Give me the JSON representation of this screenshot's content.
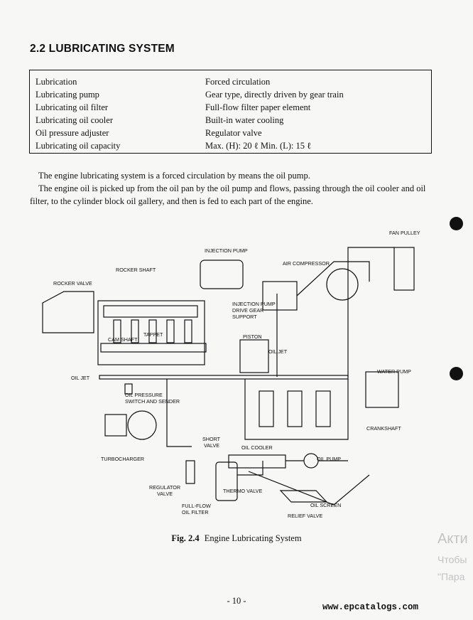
{
  "section": {
    "title": "2.2  LUBRICATING SYSTEM"
  },
  "specs": [
    {
      "name": "Lubrication",
      "value": "Forced circulation"
    },
    {
      "name": "Lubricating pump",
      "value": "Gear type, directly driven by gear train"
    },
    {
      "name": "Lubricating oil filter",
      "value": "Full-flow filter paper element"
    },
    {
      "name": "Lubricating oil cooler",
      "value": "Built-in water cooling"
    },
    {
      "name": "Oil pressure adjuster",
      "value": "Regulator valve"
    },
    {
      "name": "Lubricating oil capacity",
      "value": "Max. (H): 20 ℓ   Min. (L): 15 ℓ"
    }
  ],
  "paragraphs": [
    "The engine lubricating system is a forced circulation by means the oil pump.",
    "The engine oil is picked up from the oil pan by the oil pump and flows, passing through the oil cooler and oil filter, to the cylinder block oil gallery, and then is fed to each part of the engine."
  ],
  "diagram": {
    "labels": {
      "fan_pulley": "FAN PULLEY",
      "injection_pump": "INJECTION PUMP",
      "air_compressor": "AIR COMPRESSOR",
      "rocker_shaft": "ROCKER SHAFT",
      "rocker_valve": "ROCKER VALVE",
      "ipdg_support_1": "INJECTION PUMP",
      "ipdg_support_2": "DRIVE GEAR",
      "ipdg_support_3": "SUPPORT",
      "tappet": "TAPPET",
      "cam_shaft": "CAM SHAFT",
      "piston": "PISTON",
      "oil_jet_right": "OIL JET",
      "oil_jet_left": "OIL JET",
      "water_pump": "WATER PUMP",
      "oil_pressure_1": "OIL PRESSURE",
      "oil_pressure_2": "SWITCH AND SENDER",
      "crankshaft": "CRANKSHAFT",
      "short_valve_1": "SHORT",
      "short_valve_2": "VALVE",
      "oil_cooler": "OIL COOLER",
      "turbocharger": "TURBOCHARGER",
      "oil_pump": "OIL PUMP",
      "regulator_1": "REGULATOR",
      "regulator_2": "VALVE",
      "thermo_valve": "THERMO VALVE",
      "full_flow_1": "FULL-FLOW",
      "full_flow_2": "OIL FILTER",
      "oil_screen": "OIL SCREEN",
      "relief_valve": "RELIEF VALVE"
    }
  },
  "caption": {
    "fig": "Fig. 2.4",
    "text": "Engine Lubricating System"
  },
  "page_number": "- 10 -",
  "website": "www.epcatalogs.com",
  "overlay": {
    "line1": "Акти",
    "line2": "Чтобы",
    "line3": "\"Пара"
  }
}
